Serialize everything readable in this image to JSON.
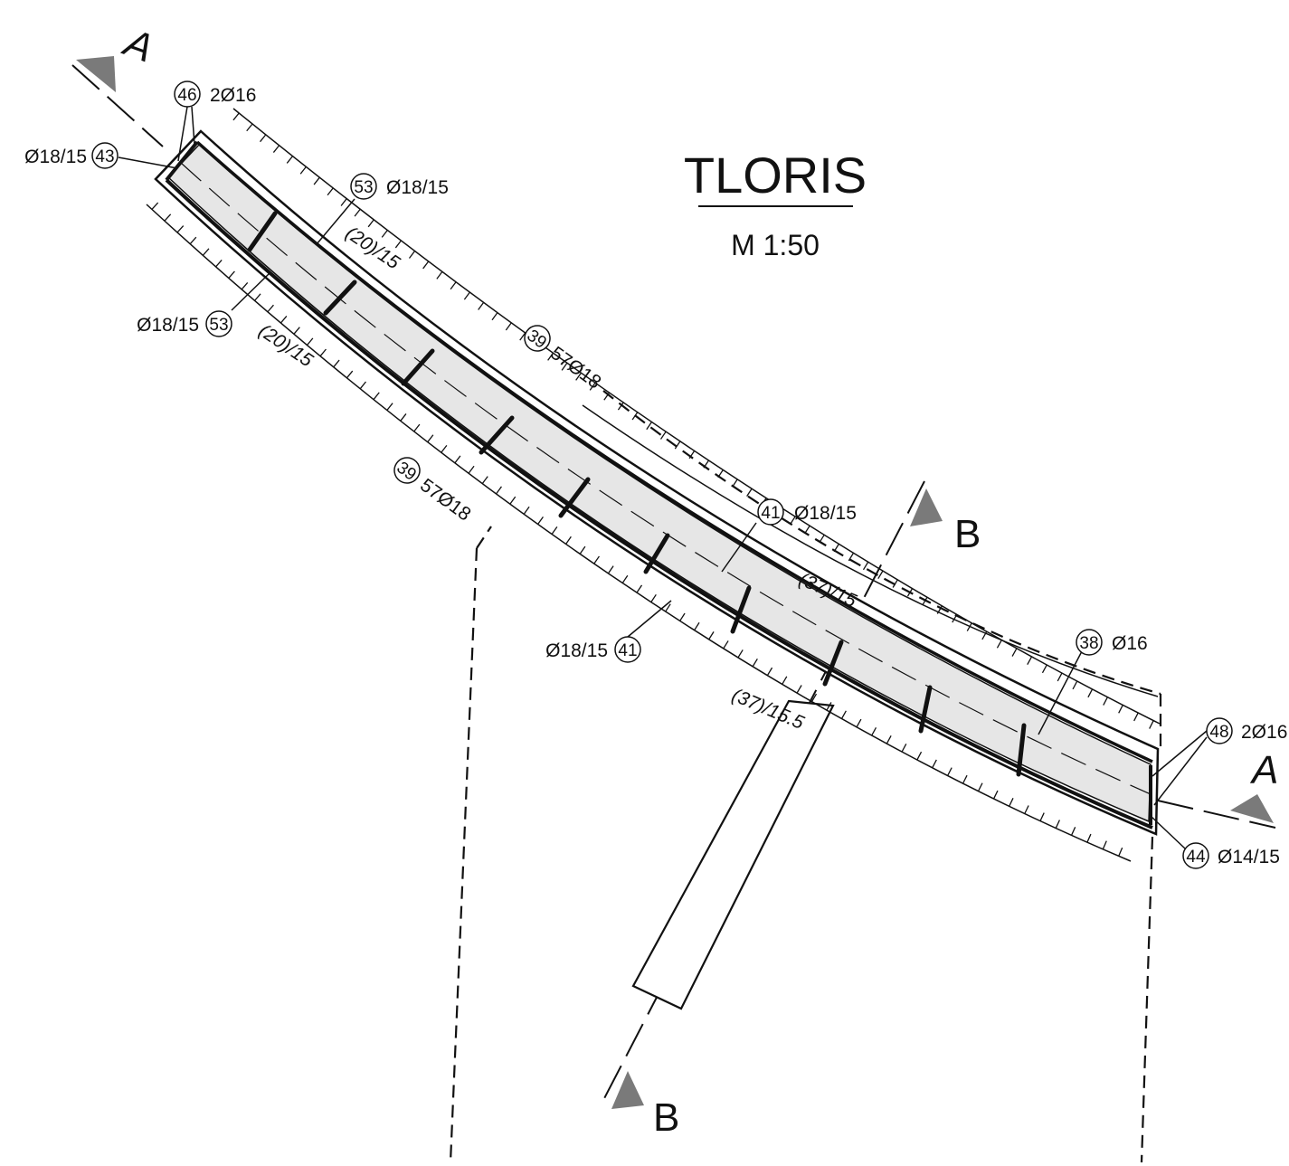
{
  "title": "TLORIS",
  "scale": "M 1:50",
  "sections": {
    "a_top": "A",
    "a_right": "A",
    "b_top": "B",
    "b_bottom": "B"
  },
  "callouts": [
    {
      "num": "46",
      "text": "2Ø16"
    },
    {
      "num": "43",
      "text": "Ø18/15"
    },
    {
      "num": "53",
      "text": "Ø18/15"
    },
    {
      "num": "53",
      "text": "Ø18/15"
    },
    {
      "num": "39",
      "text": "57Ø18"
    },
    {
      "num": "39",
      "text": "57Ø18"
    },
    {
      "num": "41",
      "text": "Ø18/15"
    },
    {
      "num": "41",
      "text": "Ø18/15"
    },
    {
      "num": "38",
      "text": "Ø16"
    },
    {
      "num": "48",
      "text": "2Ø16"
    },
    {
      "num": "44",
      "text": "Ø14/15"
    }
  ],
  "dimensions": {
    "top_left": "(20)/15",
    "bottom_left": "(20)/15",
    "top_right": "(37)/15",
    "bottom_right": "(37)/15.5"
  },
  "colors": {
    "line": "#111111",
    "slab_fill": "#e6e6e6",
    "arrow": "#7a7a7a"
  }
}
